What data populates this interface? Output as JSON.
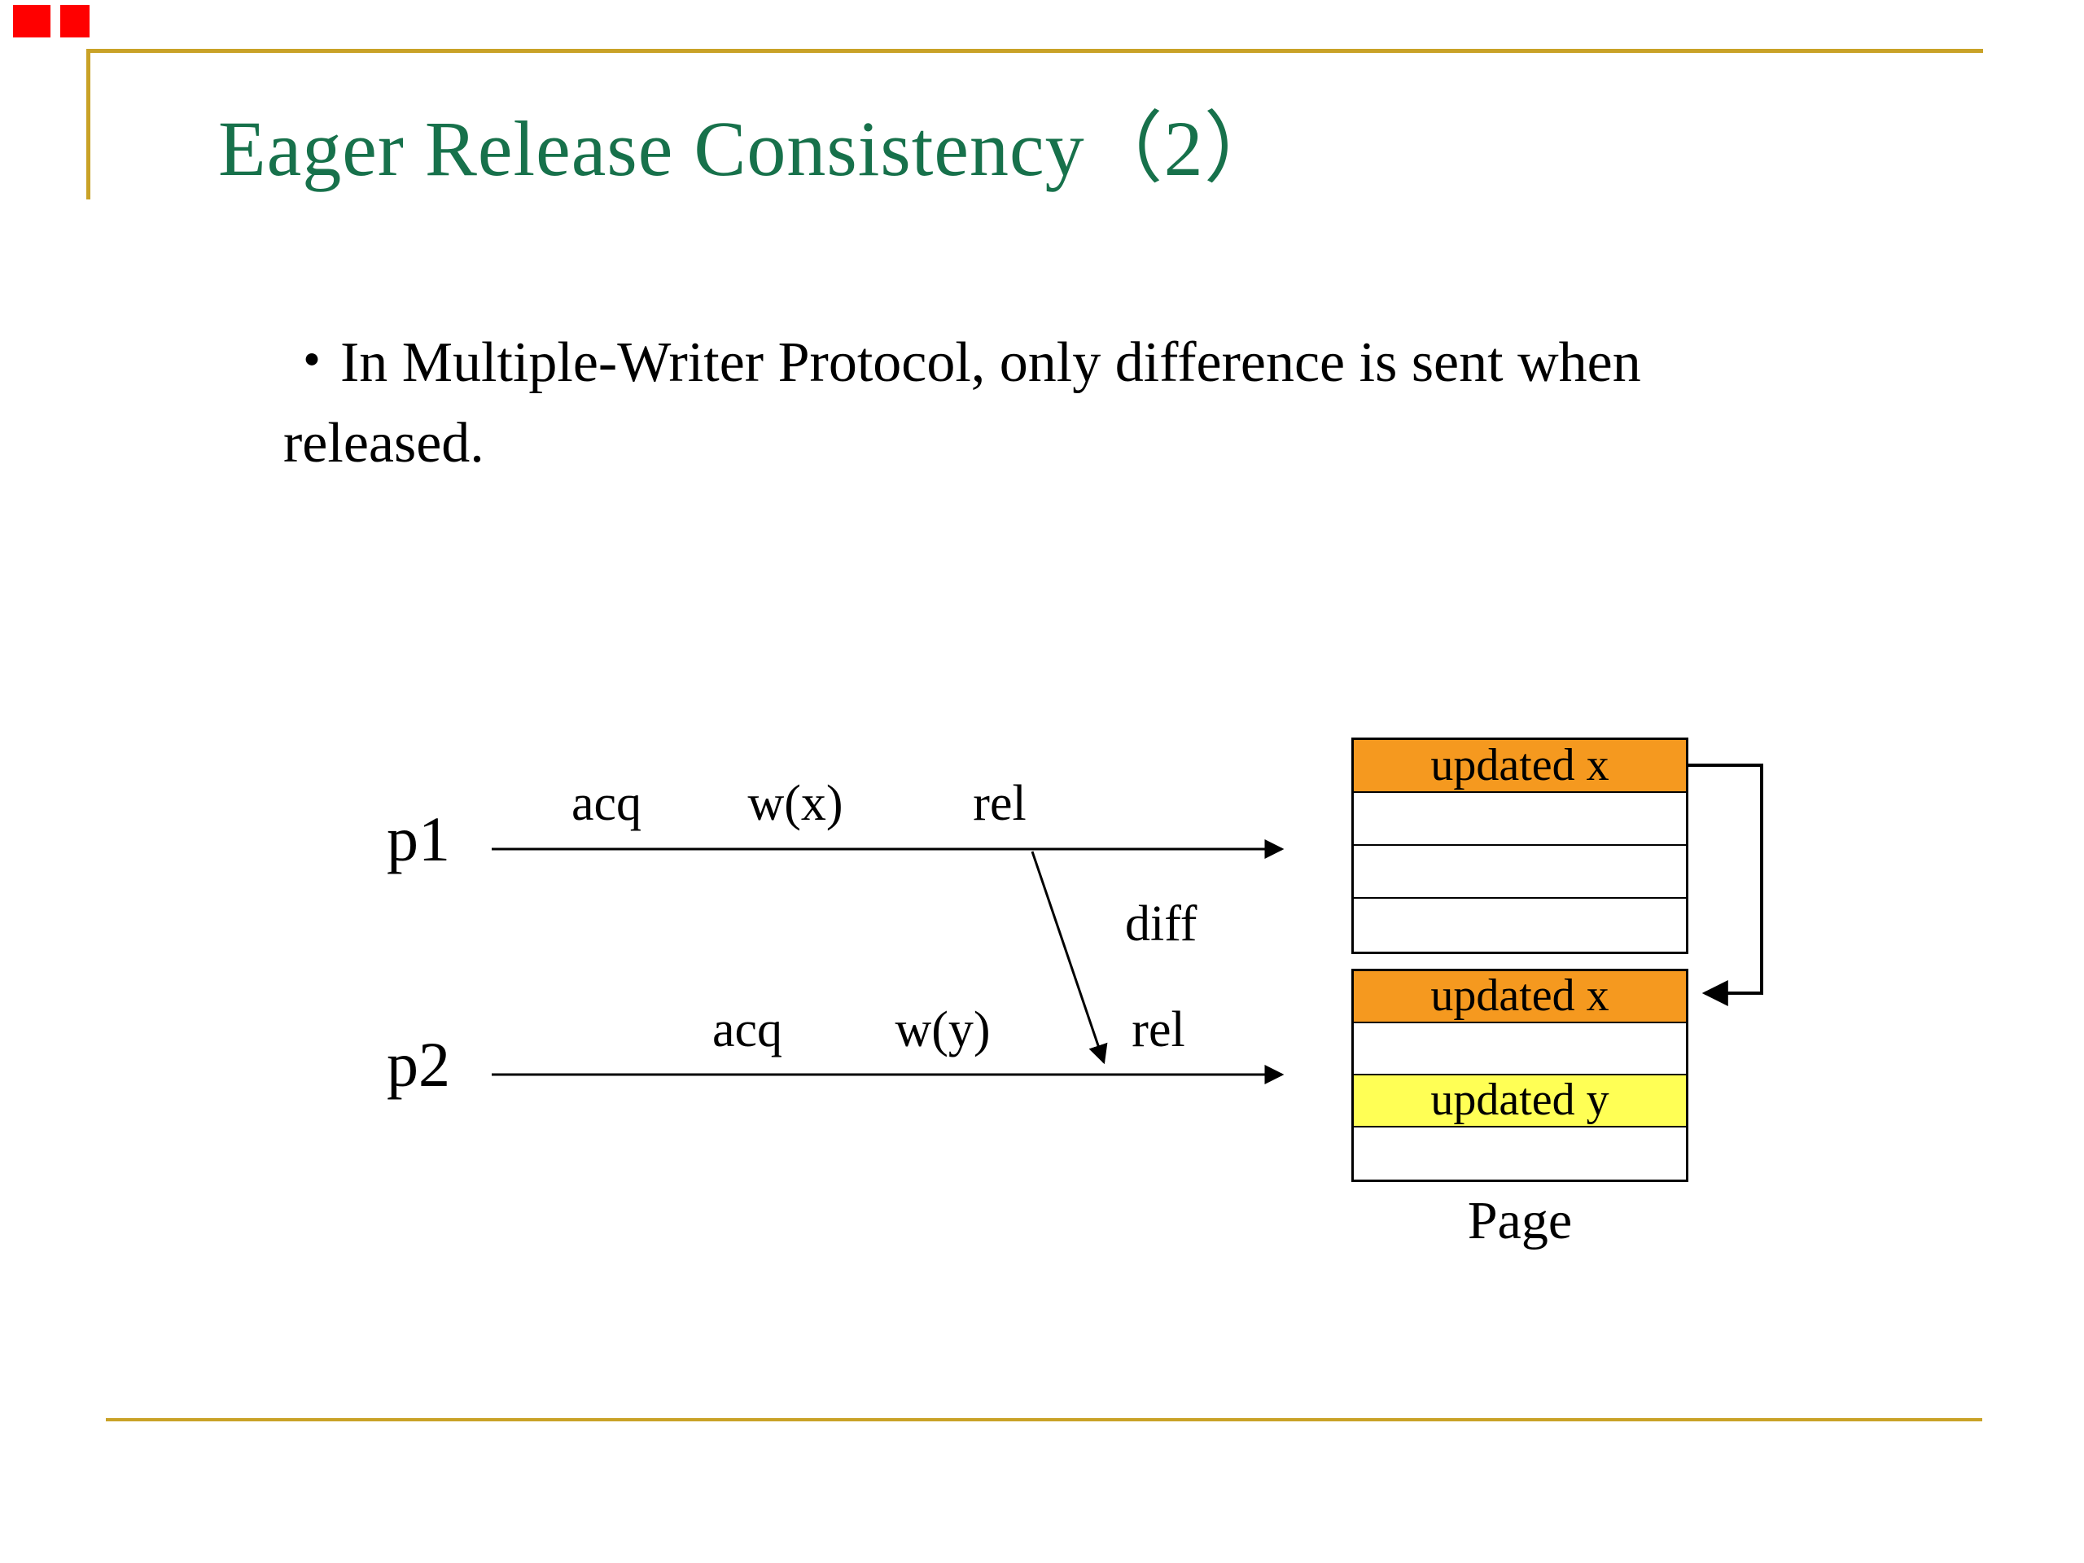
{
  "slide": {
    "title": "Eager Release Consistency（2）",
    "bullet": "・In Multiple-Writer Protocol, only difference is sent when released."
  },
  "diagram": {
    "p1_label": "p1",
    "p2_label": "p2",
    "p1_events": [
      "acq",
      "w(x)",
      "rel"
    ],
    "p2_events": [
      "acq",
      "w(y)",
      "rel"
    ],
    "diff_label": "diff",
    "page_caption": "Page",
    "top_page_rows": [
      "updated x",
      "",
      "",
      ""
    ],
    "bottom_page_rows": [
      "updated x",
      "",
      "updated y",
      ""
    ]
  },
  "colors": {
    "accent_gold": "#c9a227",
    "title_green": "#17714b",
    "cell_orange": "#f5991f",
    "cell_yellow": "#ffff55",
    "deco_red": "#ff0000",
    "line_black": "#000000"
  }
}
